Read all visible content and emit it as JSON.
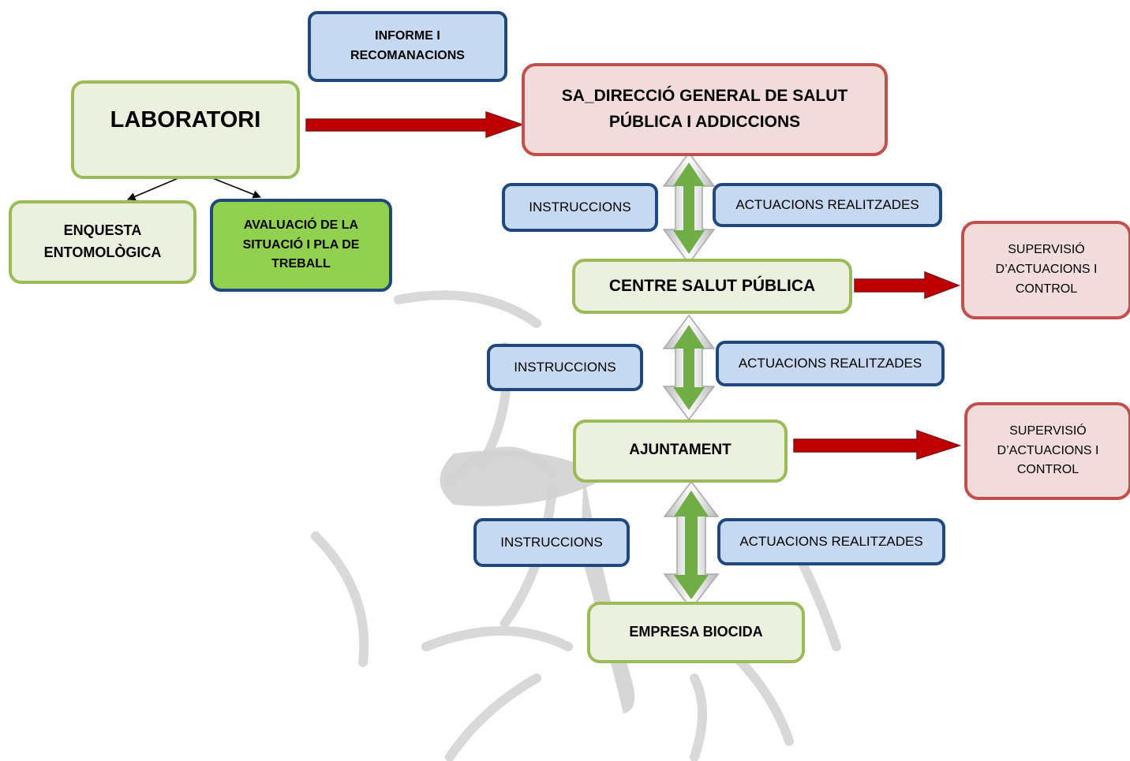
{
  "nodes": {
    "informe": "INFORME I\nRECOMANACIONS",
    "laboratori": "LABORATORI",
    "direccio": "SA_DIRECCIÓ GENERAL DE SALUT\nPÚBLICA I ADDICCIONS",
    "enquesta": "ENQUESTA\nENTOMOLÒGICA",
    "avaluacio": "AVALUACIÓ DE LA\nSITUACIÓ I PLA DE\nTREBALL",
    "centre": "CENTRE SALUT PÚBLICA",
    "ajuntament": "AJUNTAMENT",
    "empresa": "EMPRESA BIOCIDA",
    "supervisio_1": "SUPERVISIÓ\nD’ACTUACIONS I\nCONTROL",
    "supervisio_2": "SUPERVISIÓ\nD’ACTUACIONS I\nCONTROL"
  },
  "labels": {
    "instruccions_1": "INSTRUCCIONS",
    "actuacions_1": "ACTUACIONS REALITZADES",
    "instruccions_2": "INSTRUCCIONS",
    "actuacions_2": "ACTUACIONS REALITZADES",
    "instruccions_3": "INSTRUCCIONS",
    "actuacions_3": "ACTUACIONS REALITZADES"
  },
  "colors": {
    "green_fill": "#ebf1de",
    "green_border": "#9bbb59",
    "green_dark_fill": "#92d050",
    "blue_fill": "#c6d9f1",
    "blue_border": "#1f497d",
    "red_fill": "#f2dcdb",
    "red_border": "#c0504d",
    "arrow_red": "#c00000",
    "arrow_green": "#70ad47",
    "watermark": "#cfcfcf"
  }
}
